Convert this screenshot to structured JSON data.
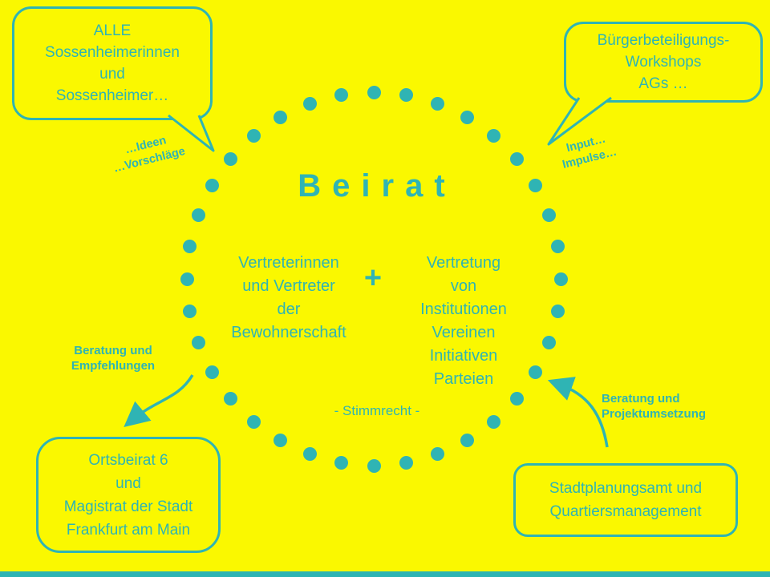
{
  "colors": {
    "background": "#FAF800",
    "accent": "#2FB4B4"
  },
  "center": {
    "title": "Beirat",
    "left_column": [
      "Vertreterinnen",
      "und Vertreter",
      "der",
      "Bewohnerschaft"
    ],
    "plus": "+",
    "right_column": [
      "Vertretung",
      "von",
      "Institutionen",
      "Vereinen",
      "Initiativen",
      "Parteien"
    ],
    "voting": "- Stimmrecht -"
  },
  "bubbles": {
    "top_left": {
      "lines": [
        "ALLE",
        "Sossenheimerinnen",
        "und",
        "Sossenheimer…"
      ]
    },
    "top_right": {
      "lines": [
        "Bürgerbeteiligungs-",
        "Workshops",
        "AGs …"
      ]
    },
    "bottom_left": {
      "lines": [
        "Ortsbeirat 6",
        "und",
        "Magistrat der Stadt",
        "Frankfurt am Main"
      ]
    },
    "bottom_right": {
      "lines": [
        "Stadtplanungsamt und",
        "Quartiersmanagement"
      ]
    }
  },
  "labels": {
    "ideas": {
      "lines": [
        "…Ideen",
        "…Vorschläge"
      ]
    },
    "input": {
      "lines": [
        "Input…",
        "Impulse…"
      ]
    },
    "advice_left": {
      "lines": [
        "Beratung und",
        "Empfehlungen"
      ]
    },
    "advice_right": {
      "lines": [
        "Beratung und",
        "Projektumsetzung"
      ]
    }
  }
}
